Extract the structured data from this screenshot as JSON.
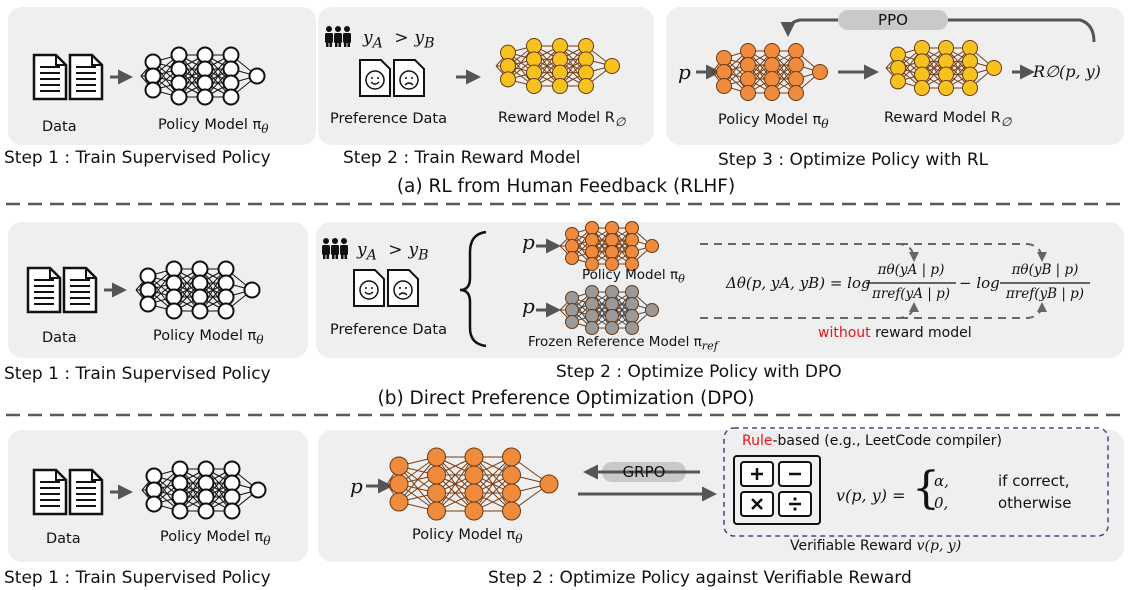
{
  "rlhf": {
    "step1": {
      "data_label": "Data",
      "model_label": "Policy Model π",
      "model_sub": "θ",
      "caption": "Step 1 : Train Supervised Policy"
    },
    "step2": {
      "pref_text": "y",
      "pref_a": "A",
      "pref_gt": ">",
      "pref_b_text": "y",
      "pref_b": "B",
      "data_label": "Preference Data",
      "model_label": "Reward Model R",
      "model_sub": "∅",
      "caption": "Step 2 : Train Reward Model"
    },
    "step3": {
      "badge": "PPO",
      "p": "p",
      "policy_label": "Policy Model π",
      "policy_sub": "θ",
      "reward_label": "Reward Model R",
      "reward_sub": "∅",
      "output": "R∅(p, y)",
      "caption": "Step 3 : Optimize Policy with RL"
    },
    "section_title": "(a) RL from Human Feedback (RLHF)"
  },
  "dpo": {
    "step1": {
      "data_label": "Data",
      "model_label": "Policy Model π",
      "model_sub": "θ",
      "caption": "Step 1 : Train Supervised Policy"
    },
    "step2": {
      "pref_text": "y",
      "pref_a": "A",
      "pref_gt": ">",
      "pref_b_text": "y",
      "pref_b": "B",
      "data_label": "Preference Data",
      "p_top": "p",
      "p_bottom": "p",
      "policy_label": "Policy Model π",
      "policy_sub": "θ",
      "ref_label": "Frozen Reference Model π",
      "ref_sub": "ref",
      "formula_lhs": "Δθ(p, yA, yB) = log",
      "frac1_num": "πθ(yA | p)",
      "frac1_den": "πref(yA | p)",
      "minus_log": "− log",
      "frac2_num": "πθ(yB | p)",
      "frac2_den": "πref(yB | p)",
      "without": "without",
      "reward_model": " reward model",
      "caption": "Step 2 : Optimize Policy with DPO"
    },
    "section_title": "(b) Direct Preference Optimization (DPO)"
  },
  "grpo": {
    "step1": {
      "data_label": "Data",
      "model_label": "Policy Model π",
      "model_sub": "θ",
      "caption": "Step 1 : Train Supervised Policy"
    },
    "step2": {
      "p": "p",
      "badge": "GRPO",
      "policy_label": "Policy Model π",
      "policy_sub": "θ",
      "rule": "Rule",
      "rule_rest": "-based (e.g., LeetCode compiler)",
      "formula_lhs": "v(p, y) =",
      "case1_val": "α,",
      "case1_cond": "if correct,",
      "case2_val": "0,",
      "case2_cond": "otherwise",
      "verifiable_label": "Verifiable Reward ",
      "verifiable_fn": "v(p, y)",
      "caption": "Step 2 : Optimize Policy against Verifiable Reward"
    }
  },
  "colors": {
    "panel": "#efefef",
    "orange": "#f08a3c",
    "yellow": "#f7c21e",
    "gray_node": "#9a9a9a",
    "badge": "#c9c9c9",
    "red": "#e8151b",
    "dashed": "#5a5a5a",
    "box_border": "#3d4f7c"
  }
}
